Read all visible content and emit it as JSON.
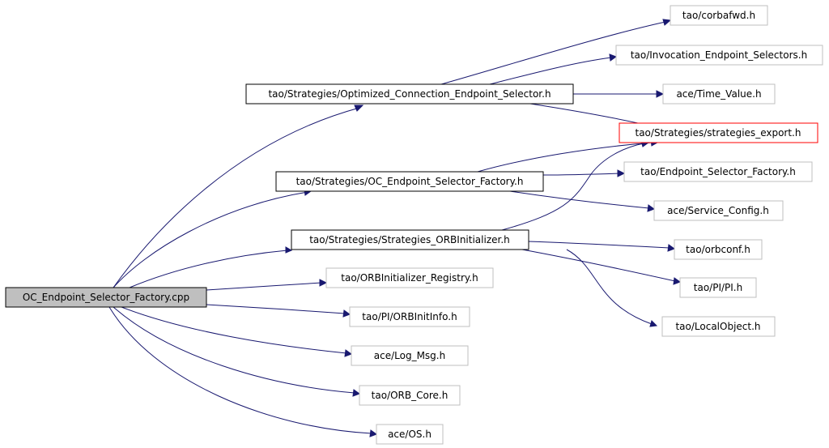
{
  "colors": {
    "edge": "#191970",
    "root_fill": "#bfbfbf",
    "border_gray": "#bfbfbf",
    "border_red": "#ff0000",
    "border_black": "#000000"
  },
  "nodes": {
    "root": "OC_Endpoint_Selector_Factory.cpp",
    "optimized_connection_endpoint_selector_h": "tao/Strategies/Optimized_Connection_Endpoint_Selector.h",
    "oc_endpoint_selector_factory_h": "tao/Strategies/OC_Endpoint_Selector_Factory.h",
    "strategies_orbinitializer_h": "tao/Strategies/Strategies_ORBInitializer.h",
    "orbinitializer_registry_h": "tao/ORBInitializer_Registry.h",
    "pi_orbinitinfo_h": "tao/PI/ORBInitInfo.h",
    "log_msg_h": "ace/Log_Msg.h",
    "orb_core_h": "tao/ORB_Core.h",
    "os_h": "ace/OS.h",
    "corbafwd_h": "tao/corbafwd.h",
    "invocation_endpoint_selectors_h": "tao/Invocation_Endpoint_Selectors.h",
    "time_value_h": "ace/Time_Value.h",
    "strategies_export_h": "tao/Strategies/strategies_export.h",
    "endpoint_selector_factory_h": "tao/Endpoint_Selector_Factory.h",
    "service_config_h": "ace/Service_Config.h",
    "orbconf_h": "tao/orbconf.h",
    "pi_h": "tao/PI/PI.h",
    "localobject_h": "tao/LocalObject.h"
  }
}
